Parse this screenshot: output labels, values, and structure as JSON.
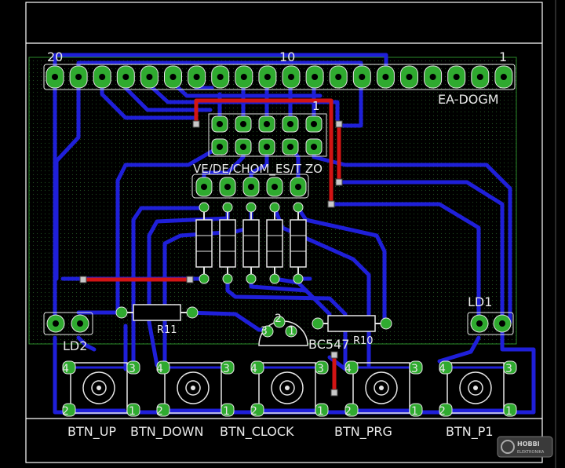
{
  "colors": {
    "background": "#000000",
    "outline": "#ffffff",
    "board_dim": "#2a8a2a",
    "top_copper": "#1f1fd9",
    "bottom_copper": "#d21414",
    "pad": "#2faa2f",
    "silk": "#e6e6e6",
    "via": "#c8c8c8"
  },
  "labels": {
    "pin_20": "20",
    "pin_10": "10",
    "pin_1": "1",
    "lcd": "EA-DOGM",
    "header_pin_1": "1",
    "header_names": "VE/DE/CHOM_ES/T ZO",
    "r11": "R11",
    "r10": "R10",
    "transistor": "BC547",
    "t_pin_2": "2",
    "t_pin_3": "3",
    "t_pin_1": "1",
    "ld1": "LD1",
    "ld2": "LD2",
    "btn_up": "BTN_UP",
    "btn_down": "BTN_DOWN",
    "btn_clock": "BTN_CLOCK",
    "btn_prg": "BTN_PRG",
    "btn_p1": "BTN_P1",
    "btn_pin_4": "4",
    "btn_pin_3": "3",
    "btn_pin_2": "2",
    "btn_pin_1": "1"
  },
  "watermark": "HOBBI ELEKTRONIKA"
}
